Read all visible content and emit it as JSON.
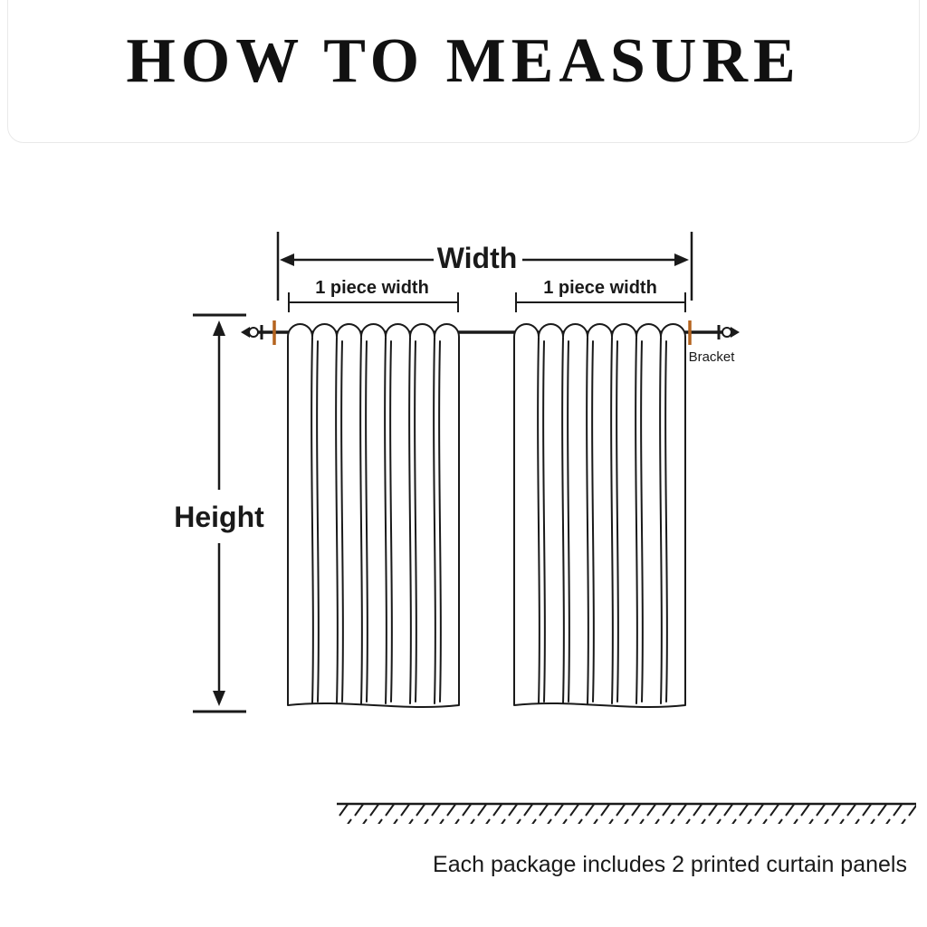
{
  "title": "HOW TO MEASURE",
  "labels": {
    "width": "Width",
    "piece_width_left": "1 piece width",
    "piece_width_right": "1 piece width",
    "bracket": "Bracket",
    "height": "Height"
  },
  "footer": {
    "note": "Each package includes 2 printed curtain panels"
  },
  "colors": {
    "ink": "#1a1a1a",
    "bracket_marker": "#b5641f"
  }
}
